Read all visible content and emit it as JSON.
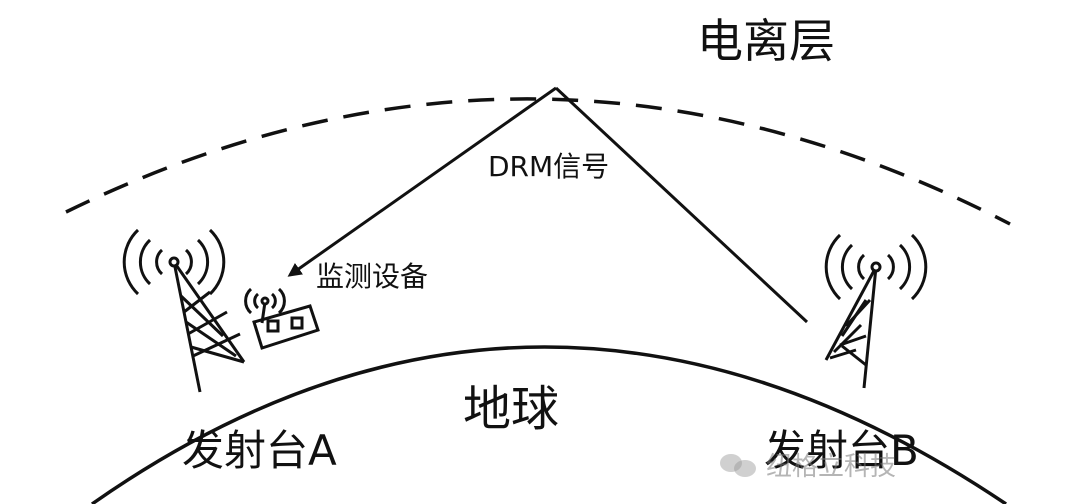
{
  "labels": {
    "ionosphere": "电离层",
    "drm_signal": "DRM信号",
    "monitoring_device": "监测设备",
    "earth": "地球",
    "station_a": "发射台A",
    "station_b": "发射台B"
  },
  "watermark": {
    "text": "纽格立科技",
    "icon": "wechat-icon"
  },
  "colors": {
    "ink": "#111111"
  }
}
